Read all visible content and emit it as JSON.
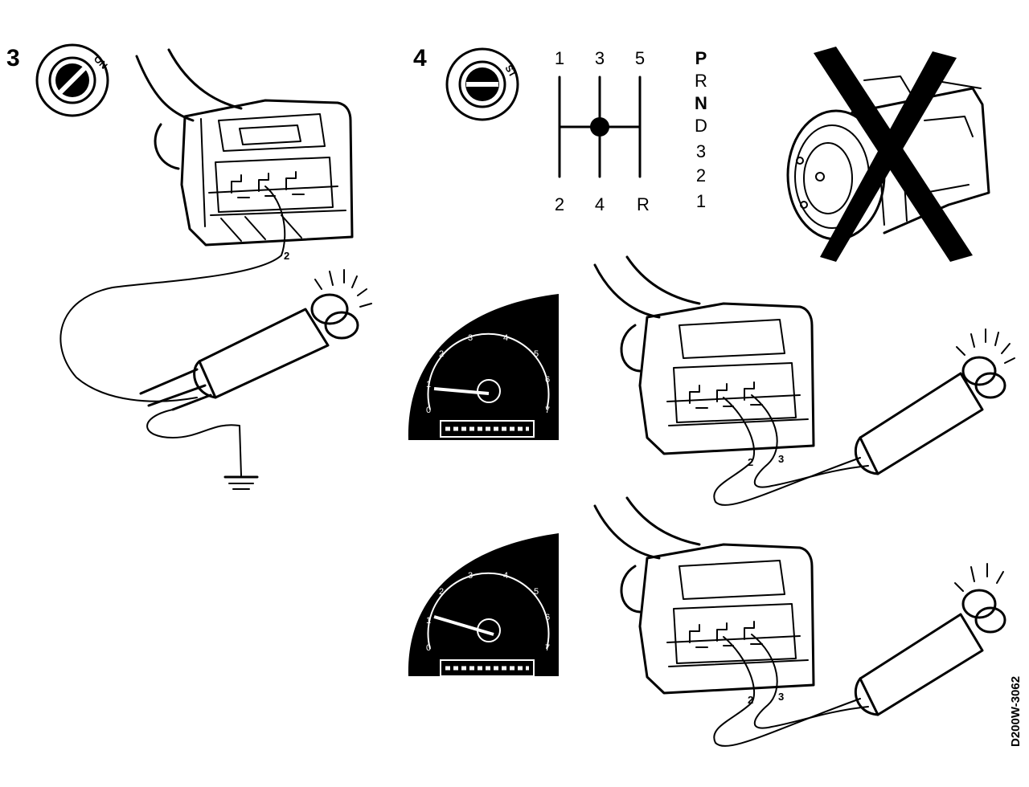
{
  "step3": {
    "number": "3",
    "key_position": "ON",
    "wire_label": "2"
  },
  "step4": {
    "number": "4",
    "key_position": "ST",
    "manual_gears_top": [
      "1",
      "3",
      "5"
    ],
    "manual_gears_bottom": [
      "2",
      "4",
      "R"
    ],
    "auto_positions": [
      "P",
      "R",
      "N",
      "D",
      "3",
      "2",
      "1"
    ],
    "tachometer_scale": [
      "0",
      "1",
      "2",
      "3",
      "4",
      "5",
      "6",
      "7"
    ],
    "upper_wire_labels": [
      "2",
      "3"
    ],
    "lower_wire_labels": [
      "2",
      "3"
    ]
  },
  "reference_code": "D200W-3062",
  "colors": {
    "ink": "#000000",
    "paper": "#ffffff"
  }
}
